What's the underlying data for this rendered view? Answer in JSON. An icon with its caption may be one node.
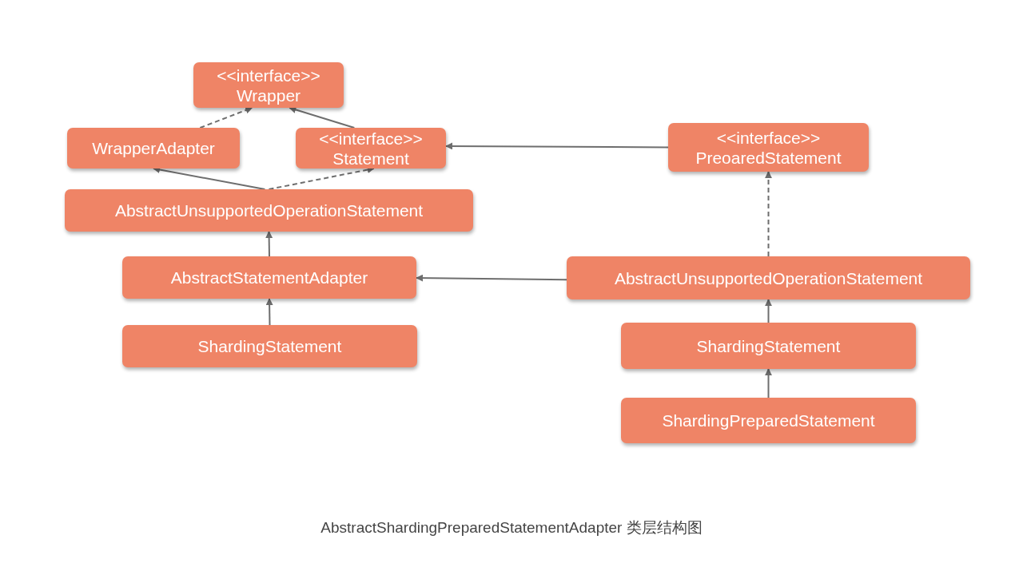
{
  "diagram": {
    "caption": "AbstractShardingPreparedStatementAdapter 类层结构图",
    "nodes": [
      {
        "text": [
          "<<interface>>",
          "Wrapper"
        ]
      },
      {
        "text": [
          "WrapperAdapter"
        ]
      },
      {
        "text": [
          "<<interface>>",
          "Statement"
        ]
      },
      {
        "text": [
          "<<interface>>",
          "PreoaredStatement"
        ]
      },
      {
        "text": [
          "AbstractUnsupportedOperationStatement"
        ]
      },
      {
        "text": [
          "AbstractStatementAdapter"
        ]
      },
      {
        "text": [
          "ShardingStatement"
        ]
      },
      {
        "text": [
          "AbstractUnsupportedOperationStatement"
        ]
      },
      {
        "text": [
          "ShardingStatement"
        ]
      },
      {
        "text": [
          "ShardingPreparedStatement"
        ]
      }
    ],
    "edges": [
      {
        "from": 1,
        "to": 0,
        "arrow": "to",
        "style": "dashed"
      },
      {
        "from": 2,
        "to": 0,
        "arrow": "to"
      },
      {
        "from": 4,
        "to": 1,
        "arrow": "to"
      },
      {
        "from": 4,
        "to": 2,
        "arrow": "to",
        "style": "dashed"
      },
      {
        "from": 3,
        "to": 2,
        "arrow": "to"
      },
      {
        "from": 5,
        "to": 4,
        "arrow": "to"
      },
      {
        "from": 6,
        "to": 5,
        "arrow": "to"
      },
      {
        "from": 7,
        "to": 5,
        "arrow": "to"
      },
      {
        "from": 7,
        "to": 3,
        "arrow": "to",
        "style": "dashed"
      },
      {
        "from": 8,
        "to": 7,
        "arrow": "to"
      },
      {
        "from": 9,
        "to": 8,
        "arrow": "to"
      }
    ]
  }
}
